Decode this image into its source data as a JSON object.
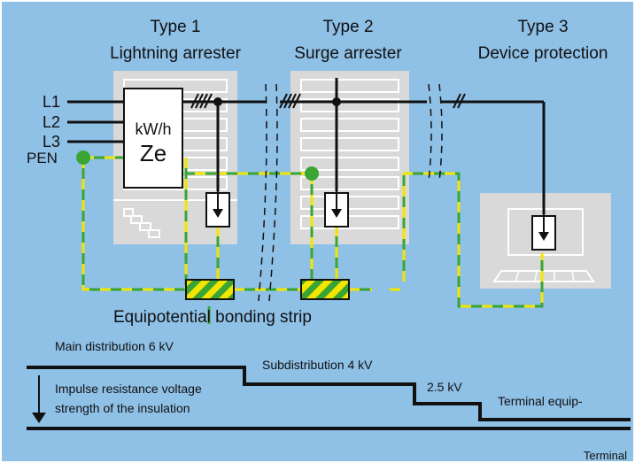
{
  "types": [
    {
      "title": "Type 1",
      "subtitle": "Lightning arrester"
    },
    {
      "title": "Type 2",
      "subtitle": "Surge arrester"
    },
    {
      "title": "Type 3",
      "subtitle": "Device protection"
    }
  ],
  "lines": [
    "L1",
    "L2",
    "L3",
    "PEN"
  ],
  "meter": {
    "unit": "kW/h",
    "label": "Ze"
  },
  "bonding_label": "Equipotential bonding strip",
  "voltages": {
    "main": "Main distribution 6 kV",
    "sub": "Subdistribution 4 kV",
    "level3": "2.5 kV",
    "terminal_equip": "Terminal equip-",
    "terminal": "Terminal"
  },
  "impulse": {
    "line1": "Impulse resistance voltage",
    "line2": "strength of the insulation"
  },
  "colors": {
    "background": "#8fc0e6",
    "panel": "#d9d9d9",
    "wire": "#111111",
    "earth_green": "#3aa535",
    "earth_yellow": "#f2e600"
  }
}
